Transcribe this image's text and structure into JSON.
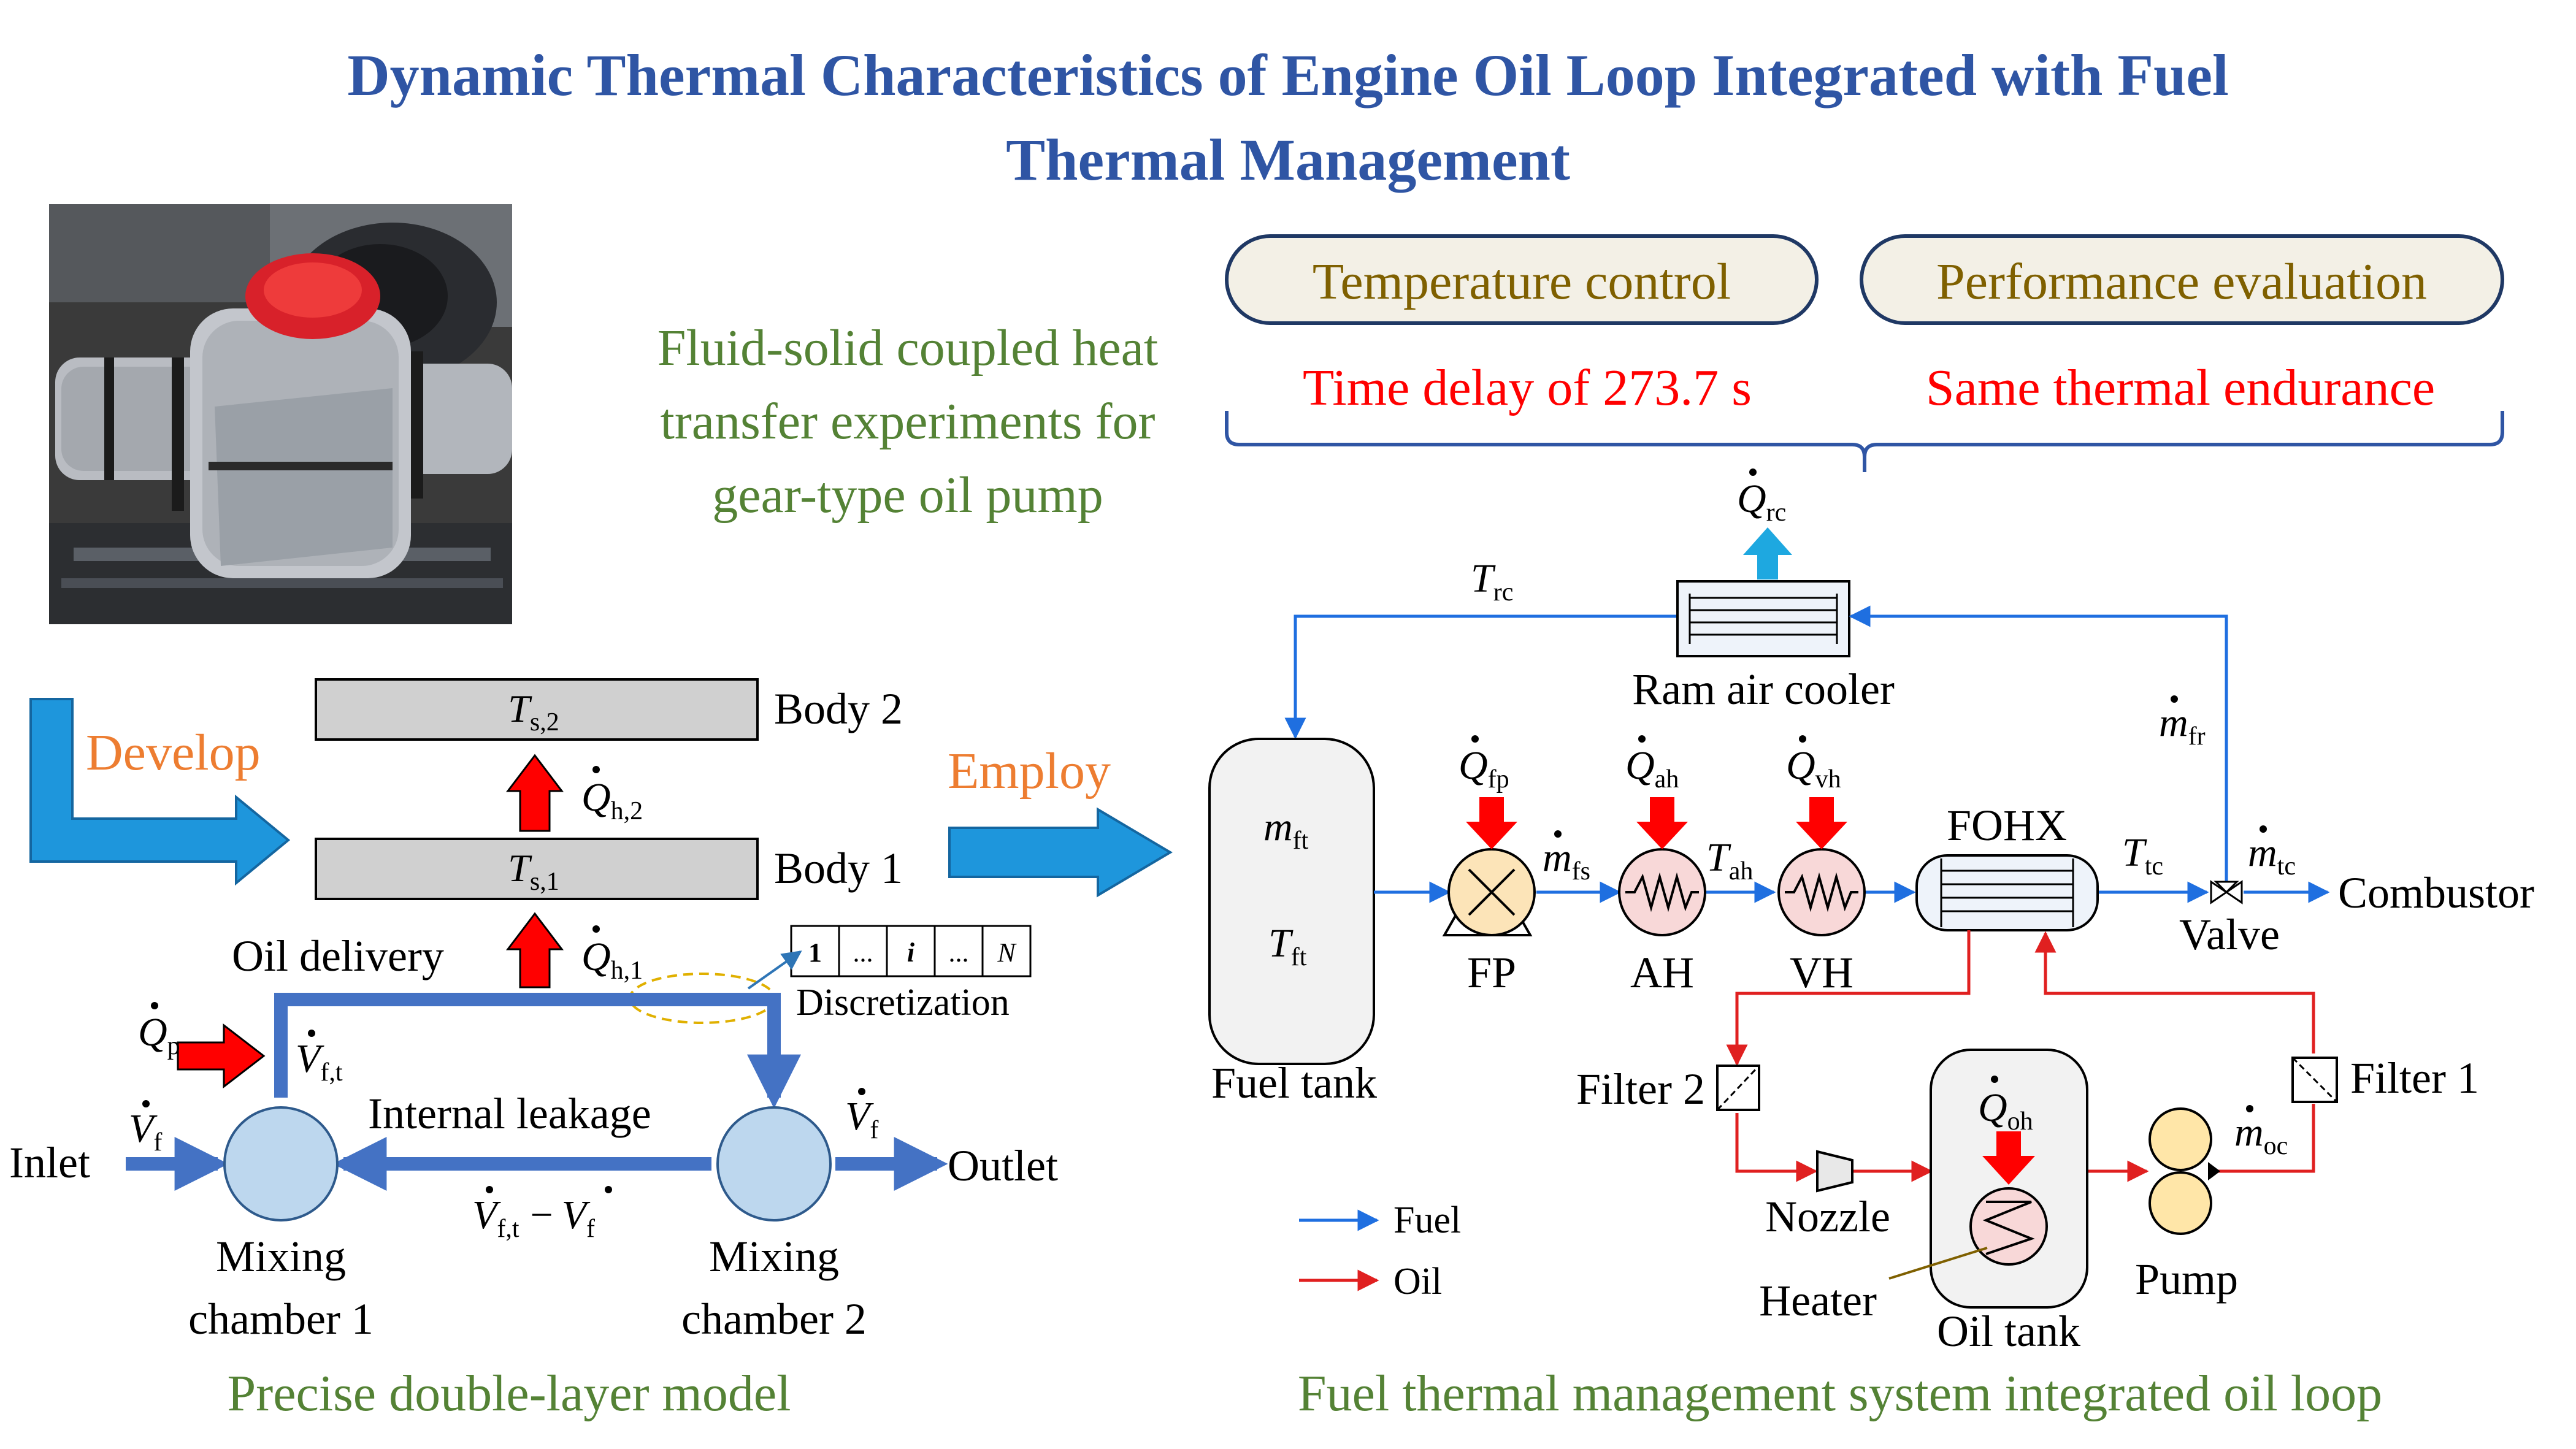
{
  "title": {
    "line1": "Dynamic Thermal Characteristics of Engine Oil Loop Integrated with Fuel",
    "line2": "Thermal Management"
  },
  "colors": {
    "title_blue": "#2F55A4",
    "green": "#548235",
    "orange": "#ED7D31",
    "red_text": "#FF0000",
    "olive": "#7F6000",
    "fuel_line": "#1F6FE0",
    "oil_line": "#E02020",
    "thick_blue": "#4472C4",
    "big_arrow": "#1E96DC"
  },
  "left": {
    "experiment_caption": [
      "Fluid-solid coupled heat",
      "transfer experiments for",
      "gear-type oil pump"
    ],
    "develop": "Develop",
    "employ": "Employ",
    "body2": "Body 2",
    "body1": "Body 1",
    "ts2": {
      "main": "T",
      "sub": "s,2"
    },
    "ts1": {
      "main": "T",
      "sub": "s,1"
    },
    "qh2": {
      "main": "Q",
      "sub": "h,2"
    },
    "qh1": {
      "main": "Q",
      "sub": "h,1"
    },
    "qp": {
      "main": "Q",
      "sub": "p"
    },
    "vft": {
      "main": "V",
      "sub": "f,t"
    },
    "vf_in": {
      "main": "V",
      "sub": "f"
    },
    "vf_out": {
      "main": "V",
      "sub": "f"
    },
    "leak": {
      "a": "V",
      "a_sub": "f,t",
      "minus": "−",
      "b": "V",
      "b_sub": "f"
    },
    "oil_delivery": "Oil delivery",
    "discretization": "Discretization",
    "disc_cells": [
      "1",
      "...",
      "i",
      "...",
      "N"
    ],
    "internal_leakage": "Internal leakage",
    "inlet": "Inlet",
    "outlet": "Outlet",
    "mixing1": [
      "Mixing",
      "chamber 1"
    ],
    "mixing2": [
      "Mixing",
      "chamber 2"
    ],
    "model_caption": "Precise double-layer model"
  },
  "right": {
    "temperature_control": "Temperature control",
    "performance_evaluation": "Performance evaluation",
    "time_delay": "Time delay of 273.7 s",
    "same_endurance": "Same thermal endurance",
    "qrc": {
      "main": "Q",
      "sub": "rc"
    },
    "trc": {
      "main": "T",
      "sub": "rc"
    },
    "ram_air_cooler": "Ram air cooler",
    "mfr": {
      "main": "m",
      "sub": "fr"
    },
    "mft": {
      "main": "m",
      "sub": "ft"
    },
    "tft": {
      "main": "T",
      "sub": "ft"
    },
    "fuel_tank": "Fuel tank",
    "qfp": {
      "main": "Q",
      "sub": "fp"
    },
    "qah": {
      "main": "Q",
      "sub": "ah"
    },
    "qvh": {
      "main": "Q",
      "sub": "vh"
    },
    "mfs": {
      "main": "m",
      "sub": "fs"
    },
    "tah": {
      "main": "T",
      "sub": "ah"
    },
    "fohx": "FOHX",
    "ttc": {
      "main": "T",
      "sub": "tc"
    },
    "mtc": {
      "main": "m",
      "sub": "tc"
    },
    "combustor": "Combustor",
    "fp": "FP",
    "ah": "AH",
    "vh": "VH",
    "valve": "Valve",
    "filter2": "Filter 2",
    "filter1": "Filter 1",
    "qoh": {
      "main": "Q",
      "sub": "oh"
    },
    "moc": {
      "main": "m",
      "sub": "oc"
    },
    "nozzle": "Nozzle",
    "heater": "Heater",
    "oil_tank": "Oil tank",
    "pump": "Pump",
    "legend_fuel": "Fuel",
    "legend_oil": "Oil",
    "system_caption": "Fuel thermal management system integrated oil loop"
  }
}
